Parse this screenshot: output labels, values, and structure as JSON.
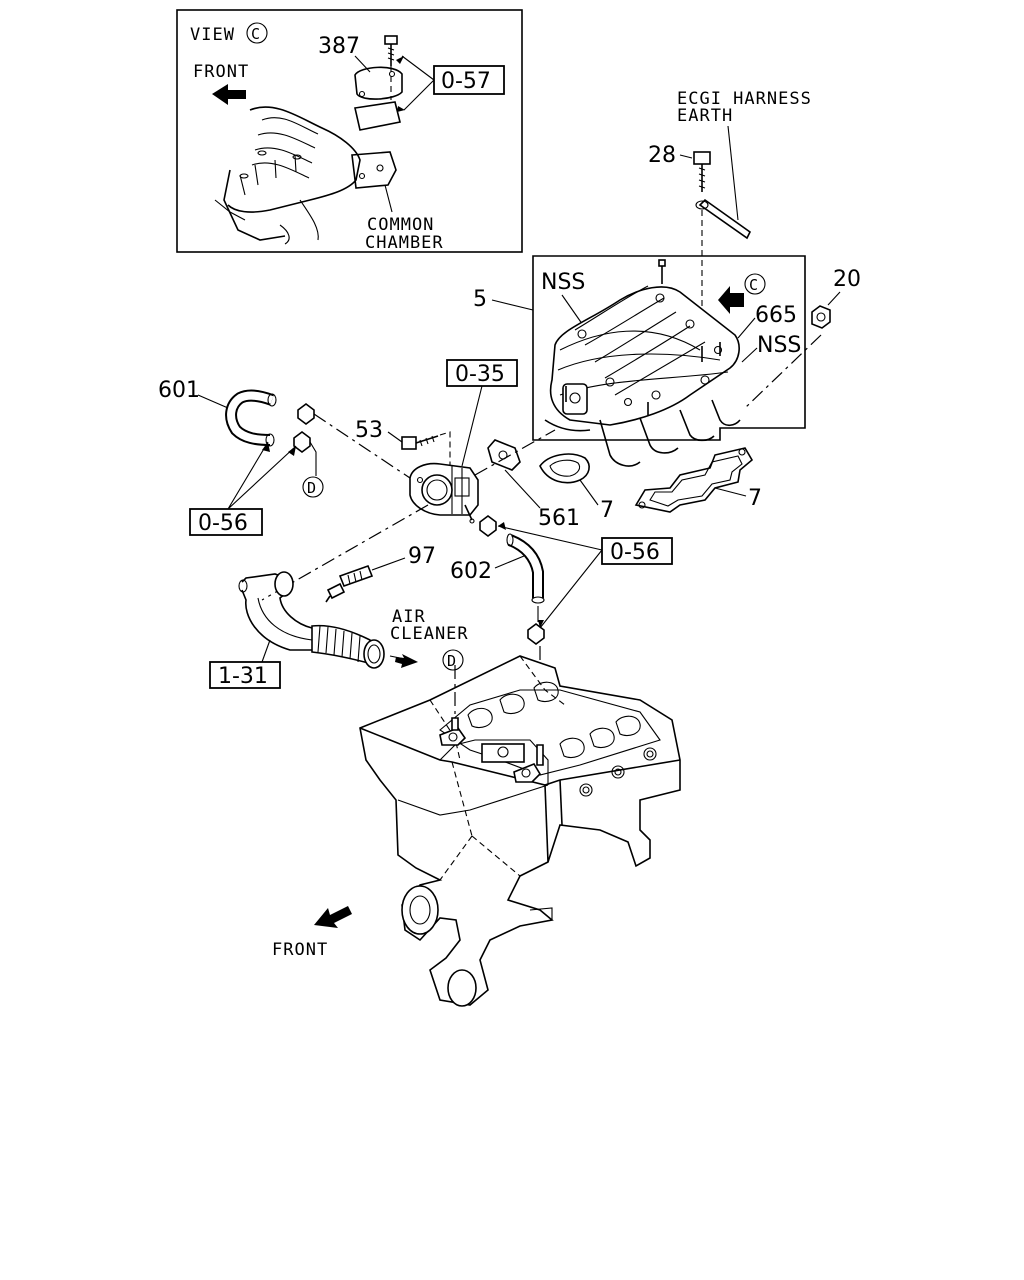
{
  "view_inset": {
    "view_label": "VIEW",
    "view_ref": "C",
    "front_label": "FRONT",
    "part_387": "387",
    "ref_0_57": "0-57",
    "common_chamber_line1": "COMMON",
    "common_chamber_line2": "CHAMBER"
  },
  "harness": {
    "line1": "ECGI HARNESS",
    "line2": "EARTH"
  },
  "manifold_box": {
    "nss_top": "NSS",
    "view_ref": "C",
    "part_665": "665",
    "nss_right": "NSS"
  },
  "callouts": {
    "p28": "28",
    "p20": "20",
    "p5": "5",
    "p601": "601",
    "p53": "53",
    "p561": "561",
    "p7a": "7",
    "p7b": "7",
    "p97": "97",
    "p602": "602",
    "d_left": "D",
    "d_engine": "D"
  },
  "ref_boxes": {
    "r0_35": "0-35",
    "r0_56_left": "0-56",
    "r0_56_right": "0-56",
    "r1_31": "1-31"
  },
  "air_cleaner": {
    "line1": "AIR",
    "line2": "CLEANER"
  },
  "engine_front_label": "FRONT"
}
